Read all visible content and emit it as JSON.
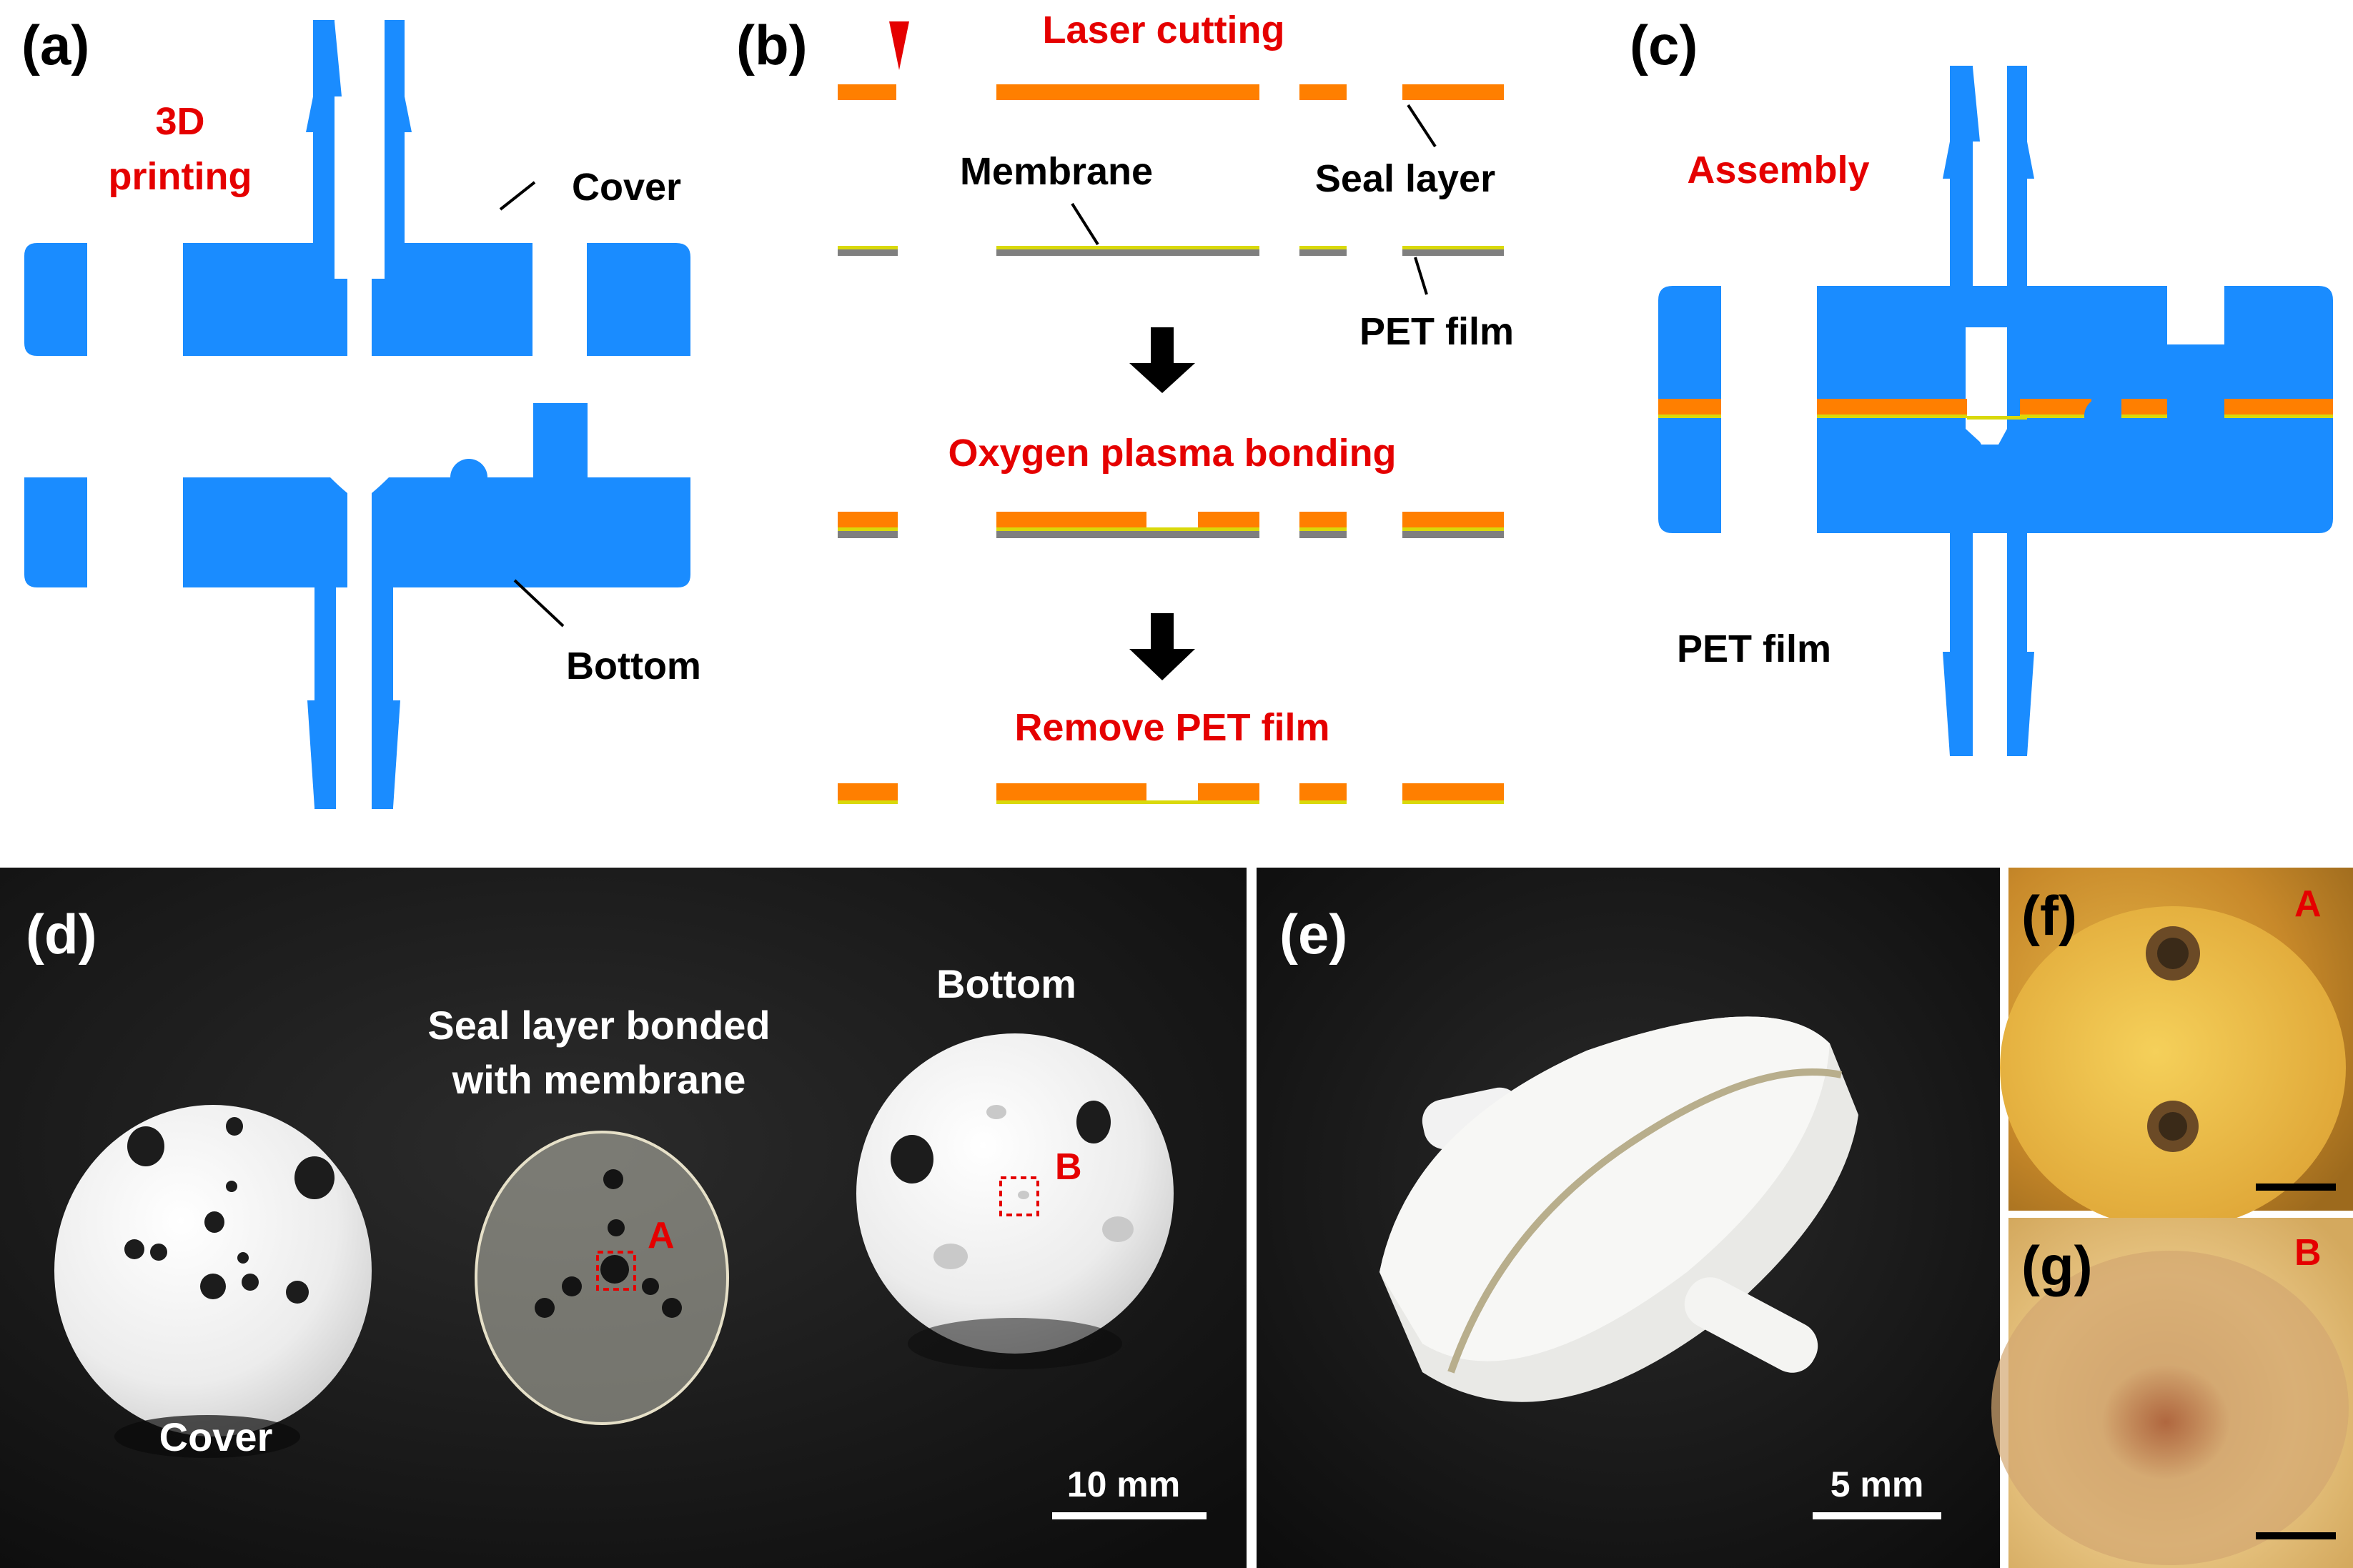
{
  "panels": {
    "a": {
      "letter": "(a)",
      "step": [
        "3D",
        "printing"
      ],
      "cover": "Cover",
      "bottom": "Bottom"
    },
    "b": {
      "letter": "(b)",
      "laser": "Laser cutting",
      "membrane": "Membrane",
      "seal": "Seal layer",
      "pet": "PET film",
      "plasma": "Oxygen plasma bonding",
      "remove": "Remove PET film"
    },
    "c": {
      "letter": "(c)",
      "step": "Assembly",
      "pet": "PET film"
    },
    "d": {
      "letter": "(d)",
      "bottom": "Bottom",
      "seal": [
        "Seal layer bonded",
        "with membrane"
      ],
      "markA": "A",
      "markB": "B",
      "cover": "Cover",
      "scale": "10 mm"
    },
    "e": {
      "letter": "(e)",
      "scale": "5 mm"
    },
    "f": {
      "letter": "(f)",
      "mark": "A"
    },
    "g": {
      "letter": "(g)",
      "mark": "B"
    }
  },
  "colors": {
    "part": "#1a8cff",
    "seal": "#ff7f00",
    "membrane": "#d9d90a",
    "pet": "#7f7f7f",
    "step": "#e50000",
    "photo_bg": "#161616"
  }
}
